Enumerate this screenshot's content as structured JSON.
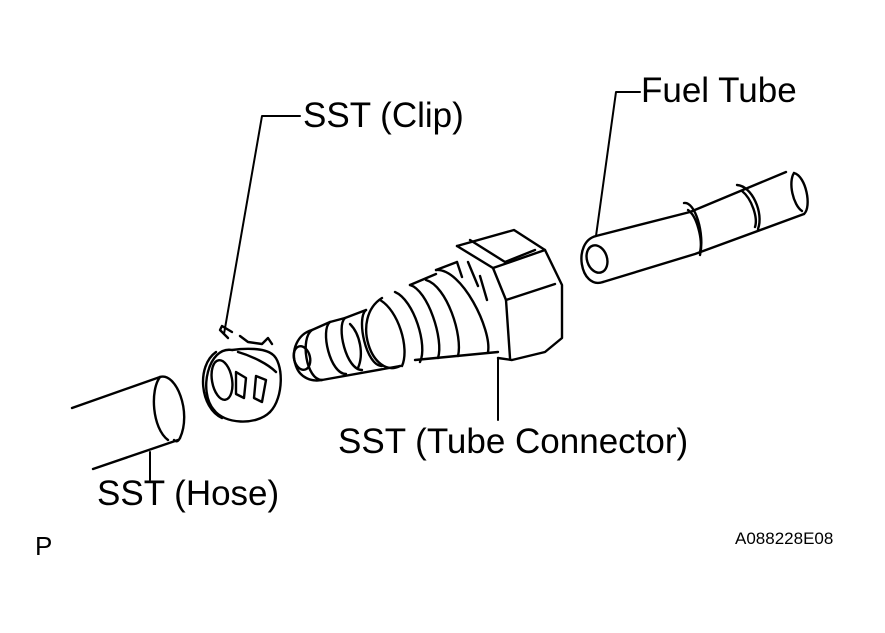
{
  "labels": {
    "fuel_tube": "Fuel Tube",
    "sst_clip": "SST (Clip)",
    "sst_tube_connector": "SST (Tube Connector)",
    "sst_hose": "SST (Hose)",
    "corner_mark": "P",
    "figure_code": "A088228E08"
  },
  "colors": {
    "line": "#000000",
    "background": "#ffffff"
  }
}
